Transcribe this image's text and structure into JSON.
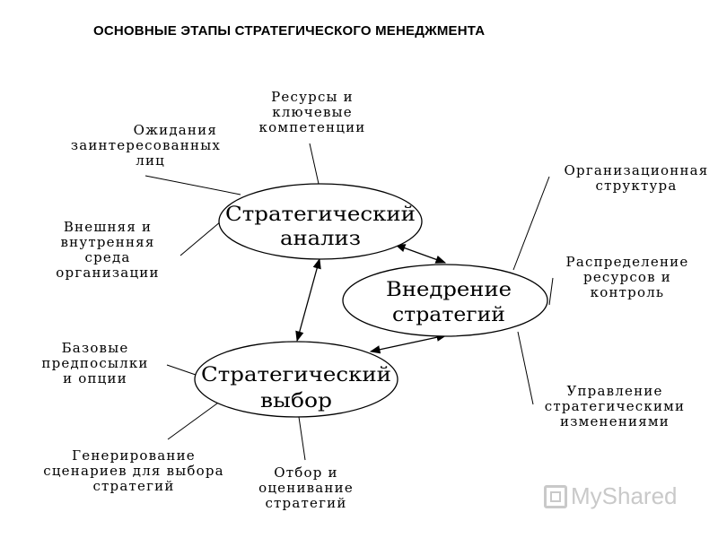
{
  "title": "ОСНОВНЫЕ ЭТАПЫ СТРАТЕГИЧЕСКОГО МЕНЕДЖМЕНТА",
  "nodes": {
    "analysis": {
      "line1": "Стратегический",
      "line2": "анализ"
    },
    "implementation": {
      "line1": "Внедрение",
      "line2": "стратегий"
    },
    "choice": {
      "line1": "Стратегический",
      "line2": "выбор"
    }
  },
  "labels": {
    "resources": [
      "Ресурсы и",
      "ключевые",
      "компетенции"
    ],
    "expectations": [
      "Ожидания",
      "заинтересованных",
      "лиц"
    ],
    "environment": [
      "Внешняя и",
      "внутренняя",
      "среда",
      "организации"
    ],
    "org_structure": [
      "Организационная",
      "структура"
    ],
    "allocation": [
      "Распределение",
      "ресурсов и",
      "контроль"
    ],
    "change": [
      "Управление",
      "стратегическими",
      "изменениями"
    ],
    "prerequisites": [
      "Базовые",
      "предпосылки",
      "и опции"
    ],
    "scenarios": [
      "Генерирование",
      "сценариев для выбора",
      "стратегий"
    ],
    "selection": [
      "Отбор и",
      "оценивание",
      "стратегий"
    ]
  },
  "watermark": {
    "text": "MyShared"
  }
}
